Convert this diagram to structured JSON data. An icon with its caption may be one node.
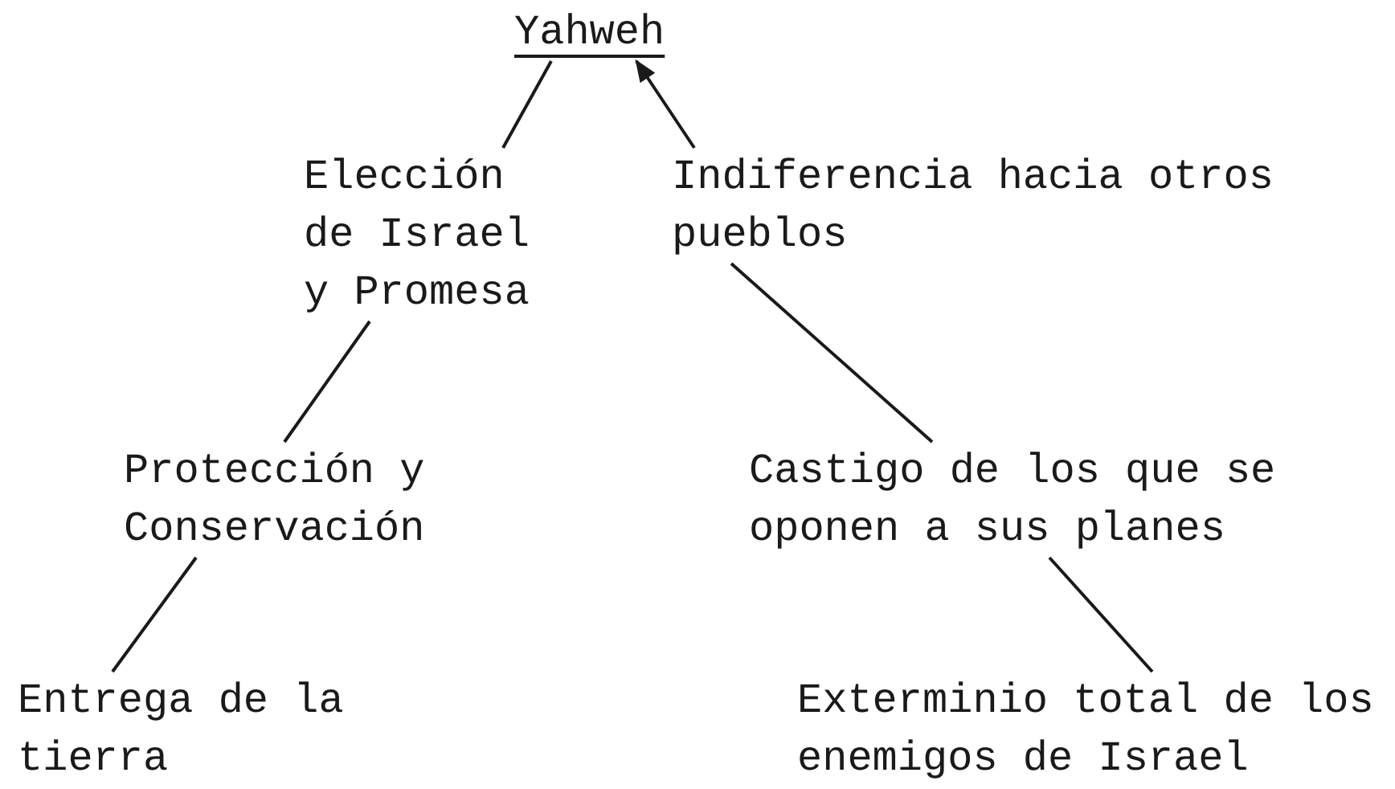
{
  "diagram": {
    "nodes": [
      {
        "text": [
          "Yahweh"
        ]
      },
      {
        "text": [
          "Elección de Israel y Promesa"
        ]
      },
      {
        "text": [
          "Indiferencia hacia otros pueblos"
        ]
      },
      {
        "text": [
          "Protección y Conservación"
        ]
      },
      {
        "text": [
          "Castigo de los que se oponen a sus planes"
        ]
      },
      {
        "text": [
          "Entrega de la tierra"
        ]
      },
      {
        "text": [
          "Exterminio total de los enemigos de Israel"
        ]
      }
    ],
    "edges": [
      {
        "from": 0,
        "to": 1,
        "arrow": "none"
      },
      {
        "from": 2,
        "to": 0,
        "arrow": "to"
      },
      {
        "from": 1,
        "to": 3,
        "arrow": "none"
      },
      {
        "from": 3,
        "to": 5,
        "arrow": "none"
      },
      {
        "from": 2,
        "to": 4,
        "arrow": "none"
      },
      {
        "from": 4,
        "to": 6,
        "arrow": "none"
      }
    ]
  }
}
